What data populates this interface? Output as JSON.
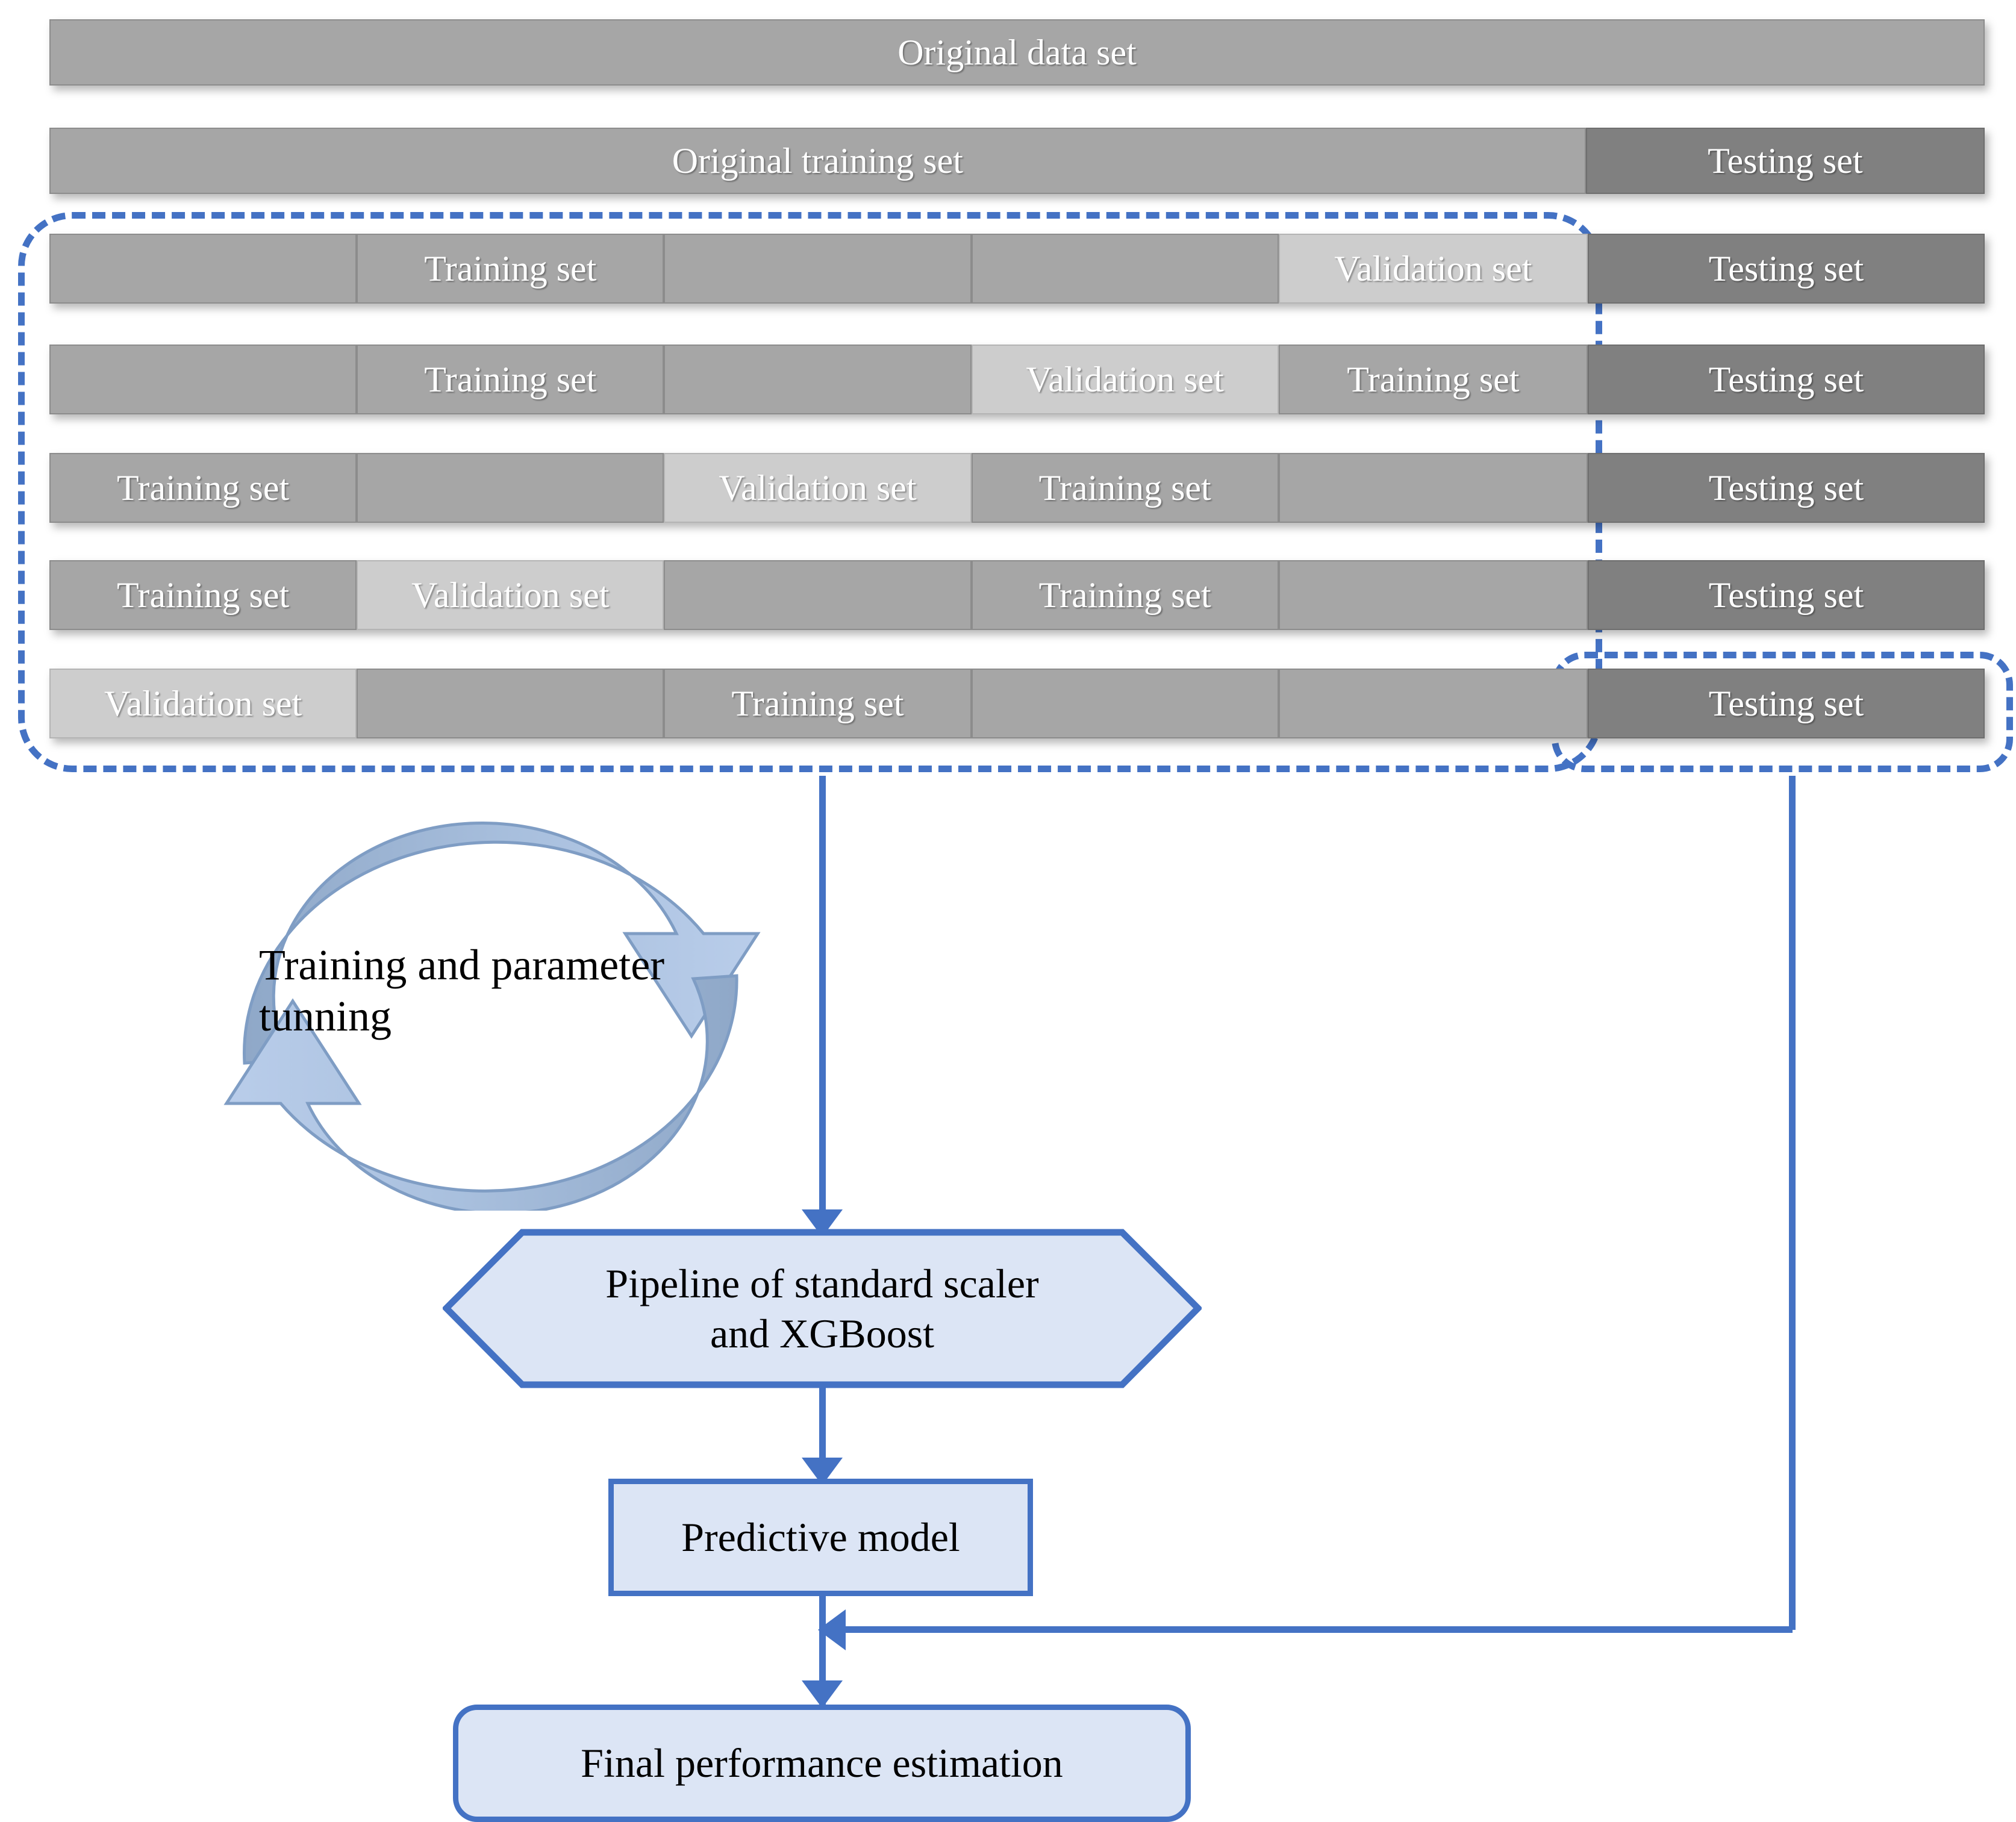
{
  "diagram": {
    "title": "Nested cross-validation and model training workflow",
    "colors": {
      "train_gray": "#a6a6a6",
      "validation_gray": "#cdcdcd",
      "testing_gray": "#808080",
      "accent_blue": "#4472c4",
      "node_fill": "#dce5f5",
      "cycle_light": "#aec3e2",
      "cycle_dark": "#8fa8c8"
    },
    "labels": {
      "training_set": "Training set",
      "validation_set": "Validation set",
      "testing_set": "Testing set"
    },
    "top_bars": [
      {
        "name": "original-data-set",
        "segments": [
          {
            "label": "Original data set",
            "kind": "train",
            "flex": 1
          }
        ]
      },
      {
        "name": "original-training-set",
        "segments": [
          {
            "label": "Original training set",
            "kind": "train",
            "flex": 2553
          },
          {
            "label": "Testing set",
            "kind": "test",
            "flex": 712
          }
        ]
      }
    ],
    "folds": [
      {
        "name": "fold-1",
        "segments": [
          {
            "label": "",
            "kind": "train"
          },
          {
            "label": "Training set",
            "kind": "train"
          },
          {
            "label": "",
            "kind": "train"
          },
          {
            "label": "",
            "kind": "train"
          },
          {
            "label": "Validation set",
            "kind": "valid"
          }
        ],
        "testing": "Testing set"
      },
      {
        "name": "fold-2",
        "segments": [
          {
            "label": "",
            "kind": "train"
          },
          {
            "label": "Training set",
            "kind": "train"
          },
          {
            "label": "",
            "kind": "train"
          },
          {
            "label": "Validation set",
            "kind": "valid"
          },
          {
            "label": "Training set",
            "kind": "train"
          }
        ],
        "testing": "Testing set"
      },
      {
        "name": "fold-3",
        "segments": [
          {
            "label": "Training set",
            "kind": "train"
          },
          {
            "label": "",
            "kind": "train"
          },
          {
            "label": "Validation set",
            "kind": "valid"
          },
          {
            "label": "Training set",
            "kind": "train"
          },
          {
            "label": "",
            "kind": "train"
          }
        ],
        "testing": "Testing set"
      },
      {
        "name": "fold-4",
        "segments": [
          {
            "label": "Training set",
            "kind": "train"
          },
          {
            "label": "Validation set",
            "kind": "valid"
          },
          {
            "label": "",
            "kind": "train"
          },
          {
            "label": "Training set",
            "kind": "train"
          },
          {
            "label": "",
            "kind": "train"
          }
        ],
        "testing": "Testing set"
      },
      {
        "name": "fold-5",
        "segments": [
          {
            "label": "Validation set",
            "kind": "valid"
          },
          {
            "label": "",
            "kind": "train"
          },
          {
            "label": "Training set",
            "kind": "train"
          },
          {
            "label": "",
            "kind": "train"
          },
          {
            "label": "",
            "kind": "train"
          }
        ],
        "testing": "Testing set"
      }
    ],
    "flow": {
      "cycle_label_line1": "Training and parameter",
      "cycle_label_line2": "tunning",
      "pipeline_line1": "Pipeline of standard scaler",
      "pipeline_line2": "and XGBoost",
      "predictive_model": "Predictive model",
      "final_performance": "Final performance estimation"
    }
  }
}
